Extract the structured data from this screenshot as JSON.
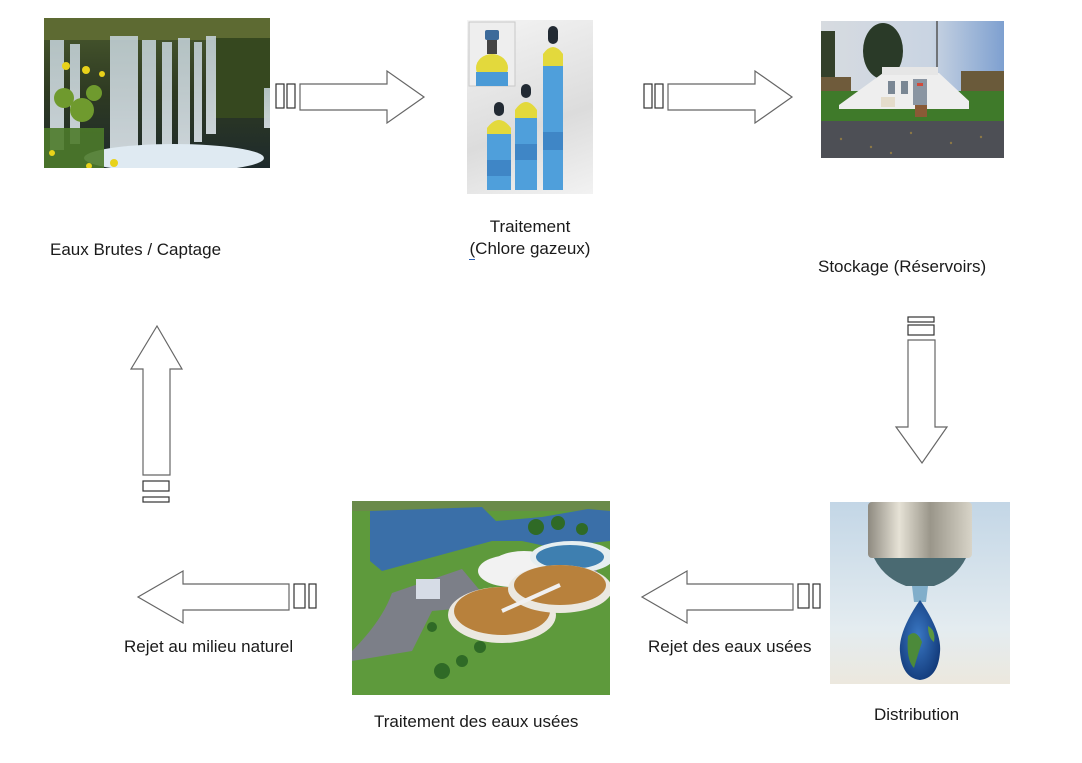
{
  "diagram": {
    "title": "",
    "nodes": [
      {
        "id": "captage",
        "label": "Eaux Brutes / Captage",
        "image": "waterfall-photo"
      },
      {
        "id": "traitement",
        "label_line1": "Traitement",
        "label_line2": "(Chlore gazeux)",
        "image": "chlorine-gas-cylinders-photo"
      },
      {
        "id": "stockage",
        "label": "Stockage (Réservoirs)",
        "image": "water-reservoir-building-photo"
      },
      {
        "id": "distribution",
        "label": "Distribution",
        "image": "tap-earth-drop-photo"
      },
      {
        "id": "traitement-eaux-usees",
        "label": "Traitement des eaux usées",
        "image": "wastewater-treatment-plant-render"
      }
    ],
    "edges": [
      {
        "from": "captage",
        "to": "traitement",
        "direction": "right",
        "label": ""
      },
      {
        "from": "traitement",
        "to": "stockage",
        "direction": "right",
        "label": ""
      },
      {
        "from": "stockage",
        "to": "distribution",
        "direction": "down",
        "label": ""
      },
      {
        "from": "distribution",
        "to": "traitement-eaux-usees",
        "direction": "left",
        "label": "Rejet des eaux usées"
      },
      {
        "from": "traitement-eaux-usees",
        "to": "milieu-naturel",
        "direction": "left",
        "label": "Rejet au milieu naturel"
      },
      {
        "from": "milieu-naturel",
        "to": "captage",
        "direction": "up",
        "label": ""
      }
    ]
  }
}
